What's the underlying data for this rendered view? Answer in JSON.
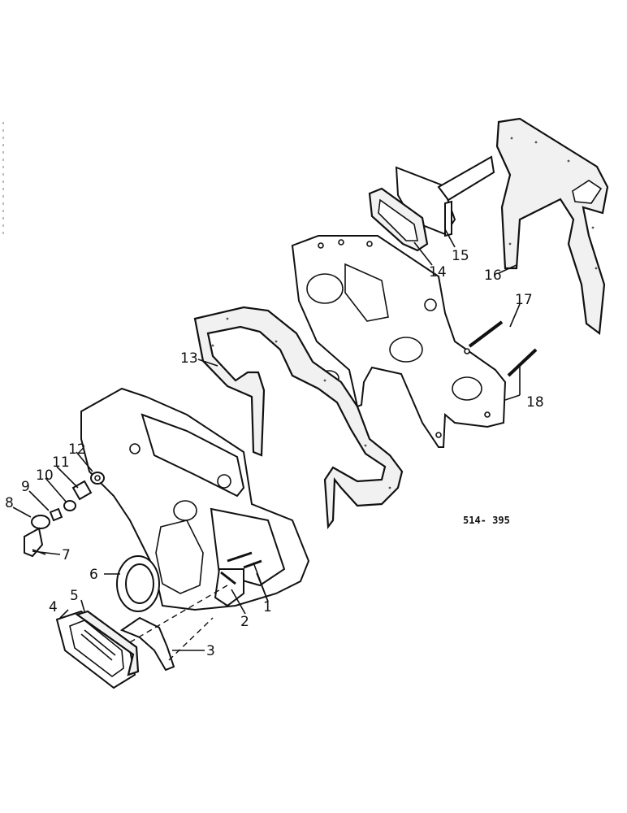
{
  "diagram_code": "514- 395",
  "callouts": [
    "1",
    "2",
    "3",
    "4",
    "5",
    "6",
    "7",
    "8",
    "9",
    "10",
    "11",
    "12",
    "13",
    "14",
    "15",
    "16",
    "17",
    "18"
  ]
}
